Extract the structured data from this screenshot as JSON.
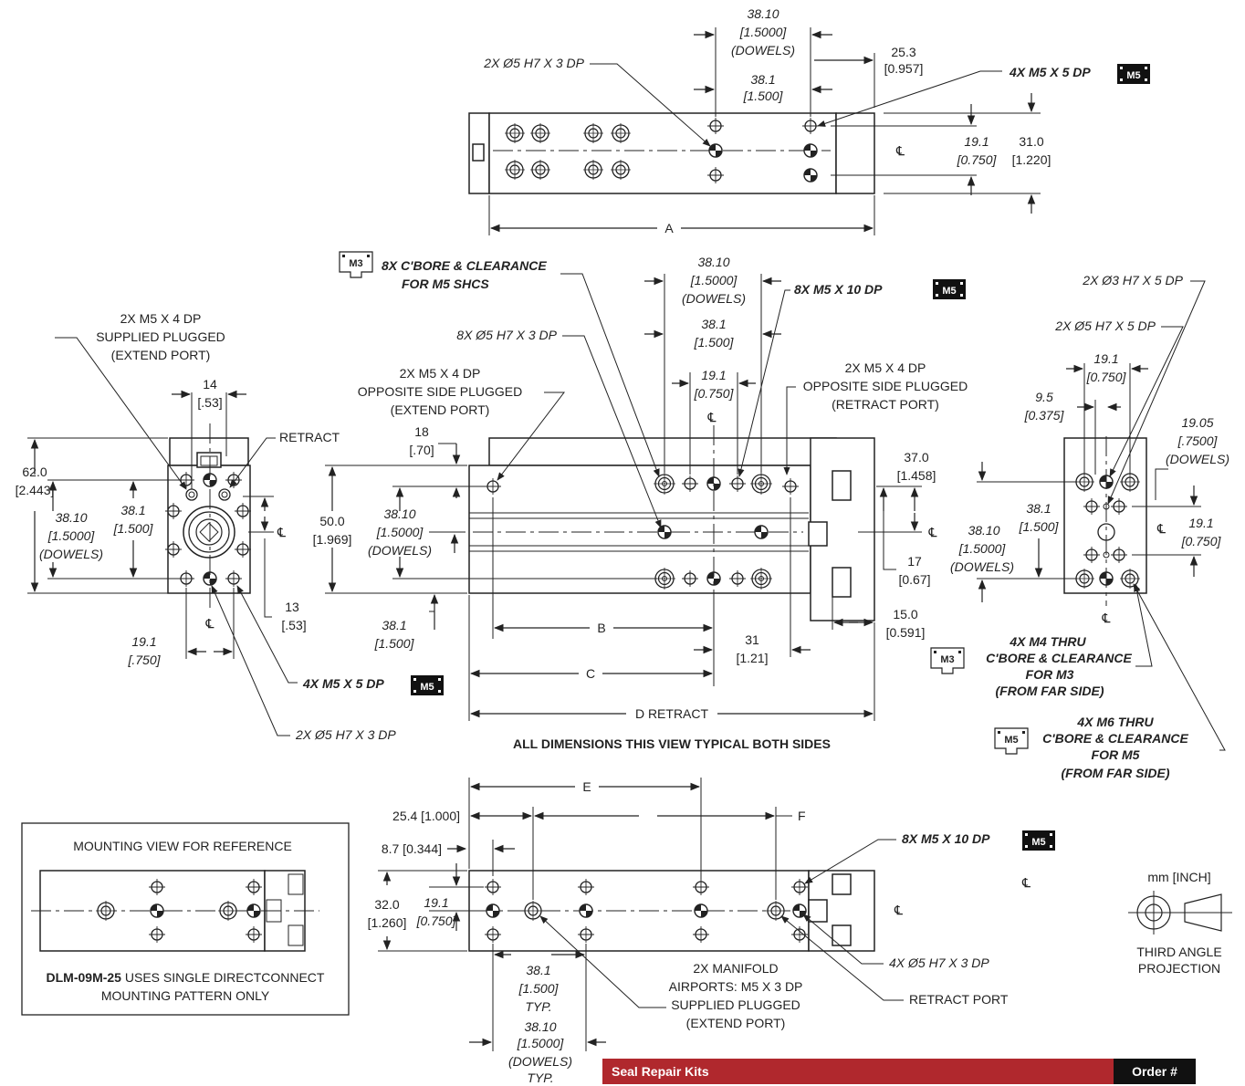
{
  "top_view": {
    "dim_dowels": [
      "38.10",
      "[1.5000]",
      "(DOWELS)"
    ],
    "dim_holes": [
      "38.1",
      "[1.500]"
    ],
    "dim_end": [
      "25.3",
      "[0.957]"
    ],
    "dim_cl": [
      "19.1",
      "[0.750]"
    ],
    "dim_height": [
      "31.0",
      "[1.220]"
    ],
    "label_a": "A",
    "note_dowel": "2X Ø5 H7 X 3 DP",
    "note_tap": "4X M5 X 5 DP",
    "badge": "M5",
    "cl": "℄"
  },
  "side_view": {
    "note_cbore": [
      "8X C'BORE & CLEARANCE",
      "FOR M5 SHCS"
    ],
    "badge_cbore": "M3",
    "note_tap": "8X M5 X 10 DP",
    "badge_tap": "M5",
    "note_dowel": "8X Ø5 H7 X 3 DP",
    "dim_dowels": [
      "38.10",
      "[1.5000]",
      "(DOWELS)"
    ],
    "dim_holes": [
      "38.1",
      "[1.500]"
    ],
    "dim_pitch": [
      "19.1",
      "[0.750]"
    ],
    "note_extend": [
      "2X M5 X 4 DP",
      "OPPOSITE SIDE PLUGGED",
      "(EXTEND PORT)"
    ],
    "note_retract": [
      "2X M5 X 4 DP",
      "OPPOSITE SIDE PLUGGED",
      "(RETRACT PORT)"
    ],
    "dim_18": [
      "18",
      "[.70]"
    ],
    "dim_50": [
      "50.0",
      "[1.969]"
    ],
    "dim_38_10_l": [
      "38.10",
      "[1.5000]",
      "(DOWELS)"
    ],
    "dim_38_1_l": [
      "38.1",
      "[1.500]"
    ],
    "dim_37": [
      "37.0",
      "[1.458]"
    ],
    "dim_17": [
      "17",
      "[0.67]"
    ],
    "dim_15": [
      "15.0",
      "[0.591]"
    ],
    "dim_31": [
      "31",
      "[1.21]"
    ],
    "label_b": "B",
    "label_c": "C",
    "label_d": "D  RETRACT",
    "footnote": "ALL DIMENSIONS THIS VIEW TYPICAL BOTH SIDES",
    "cl": "℄"
  },
  "left_view": {
    "note_plugged": [
      "2X M5 X 4 DP",
      "SUPPLIED PLUGGED",
      "(EXTEND PORT)"
    ],
    "dim_14": [
      "14",
      "[.53]"
    ],
    "retract": "RETRACT",
    "dim_62": [
      "62.0",
      "[2.443]"
    ],
    "dim_38_10": [
      "38.10",
      "[1.5000]",
      "(DOWELS)"
    ],
    "dim_38_1": [
      "38.1",
      "[1.500]"
    ],
    "dim_13": [
      "13",
      "[.53]"
    ],
    "dim_19_1": [
      "19.1",
      "[.750]"
    ],
    "note_tap": "4X M5 X 5 DP",
    "badge": "M5",
    "note_dowel": "2X Ø5 H7 X 3 DP",
    "cl": "℄"
  },
  "right_view": {
    "note_d3": "2X Ø3 H7 X 5 DP",
    "note_d5": "2X  Ø5 H7 X 5 DP",
    "dim_19_1_top": [
      "19.1",
      "[0.750]"
    ],
    "dim_9_5": [
      "9.5",
      "[0.375]"
    ],
    "dim_19_05": [
      "19.05",
      "[.7500]",
      "(DOWELS)"
    ],
    "dim_38_1": [
      "38.1",
      "[1.500]"
    ],
    "dim_38_10": [
      "38.10",
      "[1.5000]",
      "(DOWELS)"
    ],
    "dim_19_1_r": [
      "19.1",
      "[0.750]"
    ],
    "note_m4": [
      "4X M4 THRU",
      "C'BORE & CLEARANCE",
      "FOR M3",
      "(FROM FAR SIDE)"
    ],
    "badge_m3": "M3",
    "note_m6": [
      "4X M6 THRU",
      "C'BORE & CLEARANCE",
      "FOR M5",
      "(FROM FAR SIDE)"
    ],
    "badge_m5": "M5",
    "cl": "℄"
  },
  "bottom_view": {
    "label_e": "E",
    "label_f": "F",
    "dim_25_4": "25.4 [1.000]",
    "dim_8_7": "8.7 [0.344]",
    "dim_32": [
      "32.0",
      "[1.260]"
    ],
    "dim_19_1": [
      "19.1",
      "[0.750]"
    ],
    "note_tap": "8X M5 X 10 DP",
    "badge": "M5",
    "note_dowel": "4X Ø5 H7 X  3 DP",
    "retract_port": "RETRACT PORT",
    "note_manifold": [
      "2X MANIFOLD",
      "AIRPORTS: M5 X 3 DP",
      "SUPPLIED PLUGGED",
      "(EXTEND PORT)"
    ],
    "dim_38_1": [
      "38.1",
      "[1.500]",
      "TYP."
    ],
    "dim_38_10": [
      "38.10",
      "[1.5000]",
      "(DOWELS)",
      "TYP."
    ],
    "cl": "℄"
  },
  "mounting_box": {
    "title": "MOUNTING VIEW FOR REFERENCE",
    "model": "DLM-09M-25",
    "text1": " USES SINGLE DIRECTCONNECT",
    "text2": "MOUNTING PATTERN ONLY"
  },
  "projection": {
    "units": "mm [INCH]",
    "label": [
      "THIRD ANGLE",
      "PROJECTION"
    ]
  },
  "footer": {
    "title": "Seal Repair Kits",
    "order": "Order #"
  }
}
